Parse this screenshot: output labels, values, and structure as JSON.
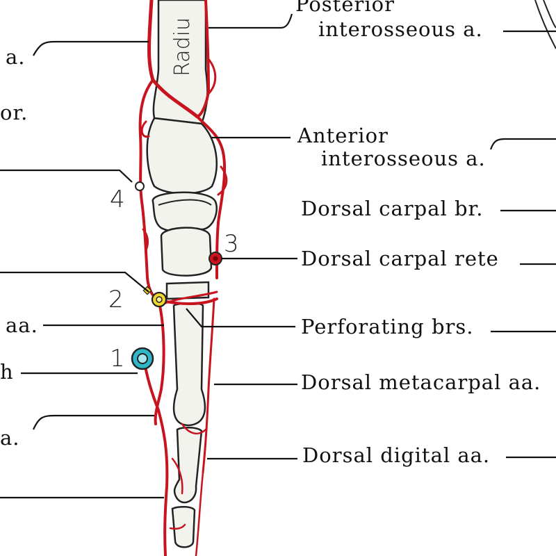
{
  "labels": {
    "posterior_1": "Posterior",
    "posterior_2": "interosseous a.",
    "anterior_1": "Anterior",
    "anterior_2": "interosseous a.",
    "dorsal_carpal_br": "Dorsal carpal br.",
    "dorsal_carpal_rete": "Dorsal carpal rete",
    "perforating_brs": "Perforating brs.",
    "dorsal_metacarpal": "Dorsal metacarpal aa.",
    "dorsal_digital": "Dorsal digital aa.",
    "radius_bone": "Radiu"
  },
  "left_cutoff_labels": {
    "top_a": "a.",
    "br": "or.",
    "aa": "aa.",
    "h": "h",
    "lower_a": "a."
  },
  "markers": [
    {
      "number": "1",
      "color": "#2fb6c8"
    },
    {
      "number": "2",
      "color": "#f1d830"
    },
    {
      "number": "3",
      "color": "#c8141e"
    },
    {
      "number": "4",
      "color": "#ffffff"
    }
  ],
  "colors": {
    "artery": "#c8141e",
    "bone_fill": "#f3f3ee",
    "outline": "#222222"
  }
}
